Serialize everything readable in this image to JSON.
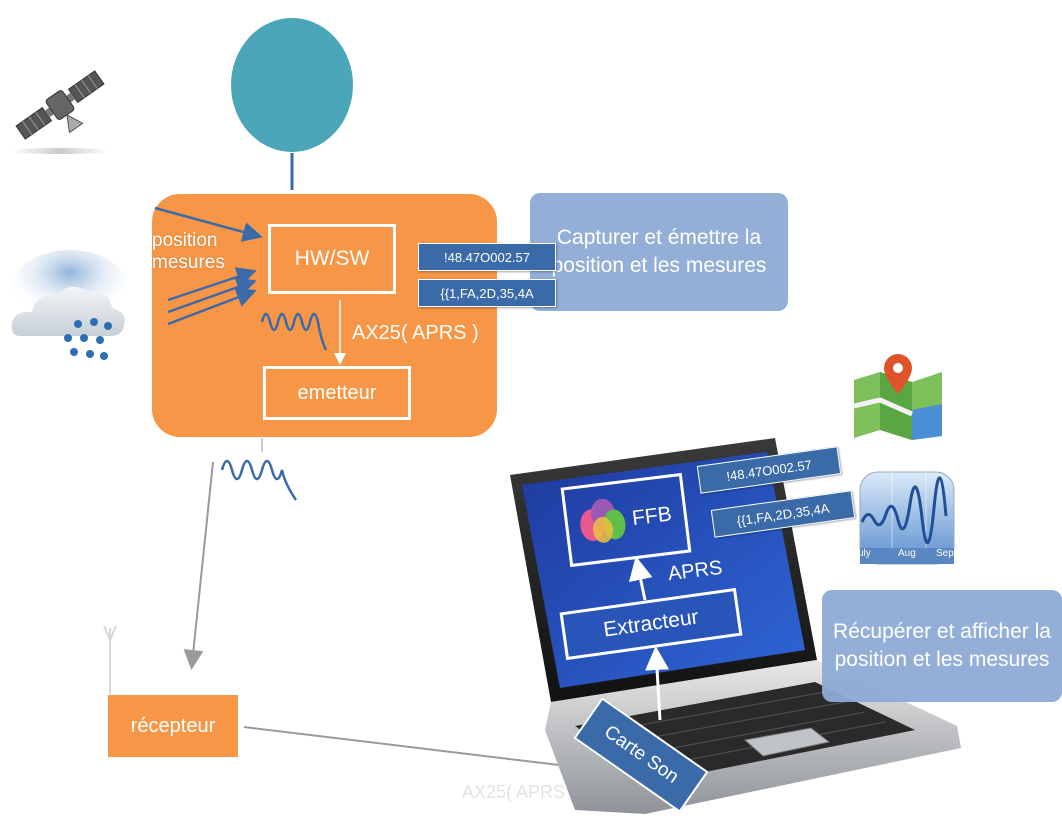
{
  "balloon": {
    "color": "#4aa6b8"
  },
  "station": {
    "inputs_label_1": "position",
    "inputs_label_2": "mesures",
    "hwsw": "HW/SW",
    "protocol": "AX25( APRS )",
    "emetteur": "emetteur",
    "packet_1": "!48.47O002.57",
    "packet_2": "{{1,FA,2D,35,4A"
  },
  "callout_top": {
    "text": "Capturer et émettre la position et les mesures"
  },
  "receiver": {
    "label": "récepteur"
  },
  "ground_link": {
    "label": "AX25( APRS )"
  },
  "laptop": {
    "ffb": "FFB",
    "aprs": "APRS",
    "extracteur": "Extracteur",
    "carte_son": "Carte Son",
    "packet_1": "!48.47O002.57",
    "packet_2": "{{1,FA,2D,35,4A"
  },
  "callout_bottom": {
    "text": "Récupérer et afficher la position et les mesures"
  },
  "stocks_icon": {
    "months": [
      "uly",
      "Aug",
      "Sep"
    ]
  },
  "colors": {
    "orange": "#f79646",
    "blue": "#3b6aa8",
    "callout": "#8eabd6",
    "line": "#3b6aa8"
  }
}
